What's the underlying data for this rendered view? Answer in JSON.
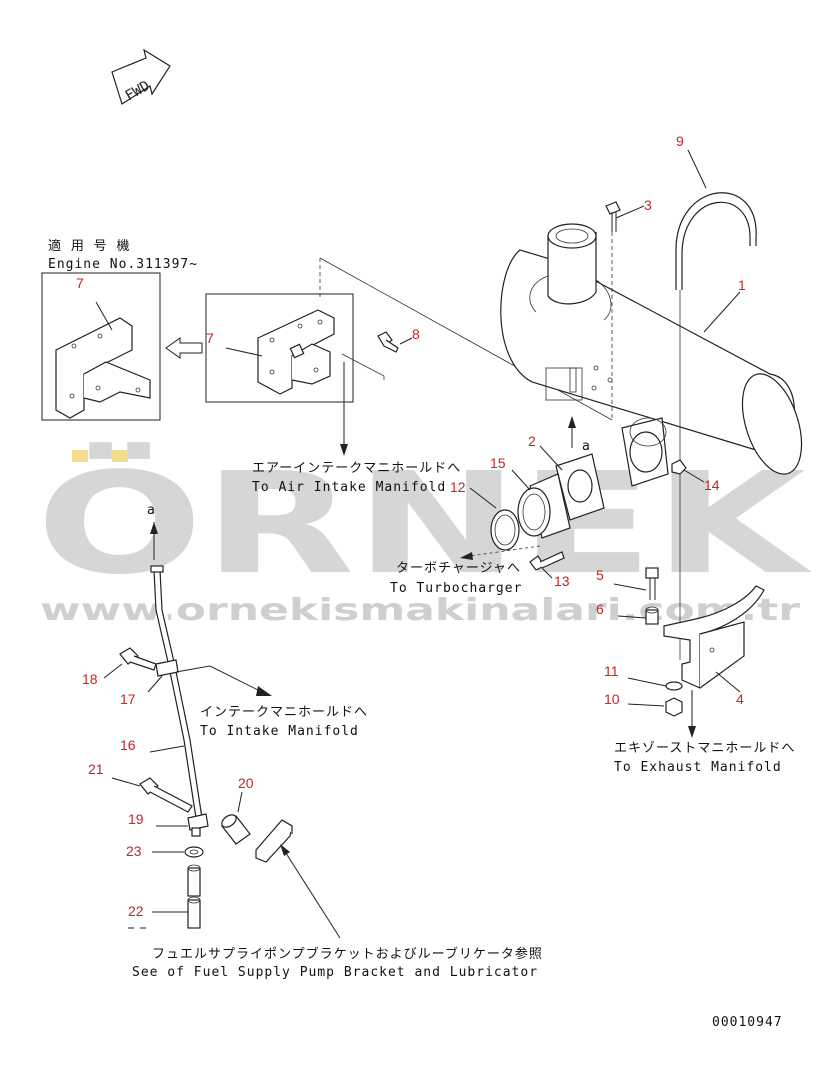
{
  "watermark": {
    "logo": "ÖRNEK",
    "url": "www.ornekismakinalari.com.tr"
  },
  "direction": {
    "fwd": "FWD"
  },
  "engine_note": {
    "jp": "適 用 号 機",
    "en": "Engine No.311397~"
  },
  "notes": {
    "air_intake": {
      "jp": "エアーインテークマニホールドへ",
      "en": "To Air Intake Manifold"
    },
    "turbo": {
      "jp": "ターボチャージャへ",
      "en": "To Turbocharger"
    },
    "intake": {
      "jp": "インテークマニホールドへ",
      "en": "To Intake Manifold"
    },
    "exhaust": {
      "jp": "エキゾーストマニホールドへ",
      "en": "To Exhaust Manifold"
    },
    "fuel": {
      "jp": "フュエルサプライポンプブラケットおよびルーブリケータ参照",
      "en": "See of Fuel Supply Pump Bracket and Lubricator"
    }
  },
  "view_labels": {
    "a_top": "a",
    "a_mid": "a"
  },
  "part_numbers": {
    "p1": "1",
    "p2": "2",
    "p3": "3",
    "p4": "4",
    "p5": "5",
    "p6": "6",
    "p7a": "7",
    "p7b": "7",
    "p8": "8",
    "p9": "9",
    "p10": "10",
    "p11": "11",
    "p12": "12",
    "p13": "13",
    "p14": "14",
    "p15": "15",
    "p16": "16",
    "p17": "17",
    "p18": "18",
    "p19": "19",
    "p20": "20",
    "p21": "21",
    "p22": "22",
    "p23": "23"
  },
  "drawing_code": "00010947",
  "colors": {
    "part_number": "#cc2222",
    "watermark": "#d6d6d6",
    "watermark_accent": "#f2de8e"
  }
}
